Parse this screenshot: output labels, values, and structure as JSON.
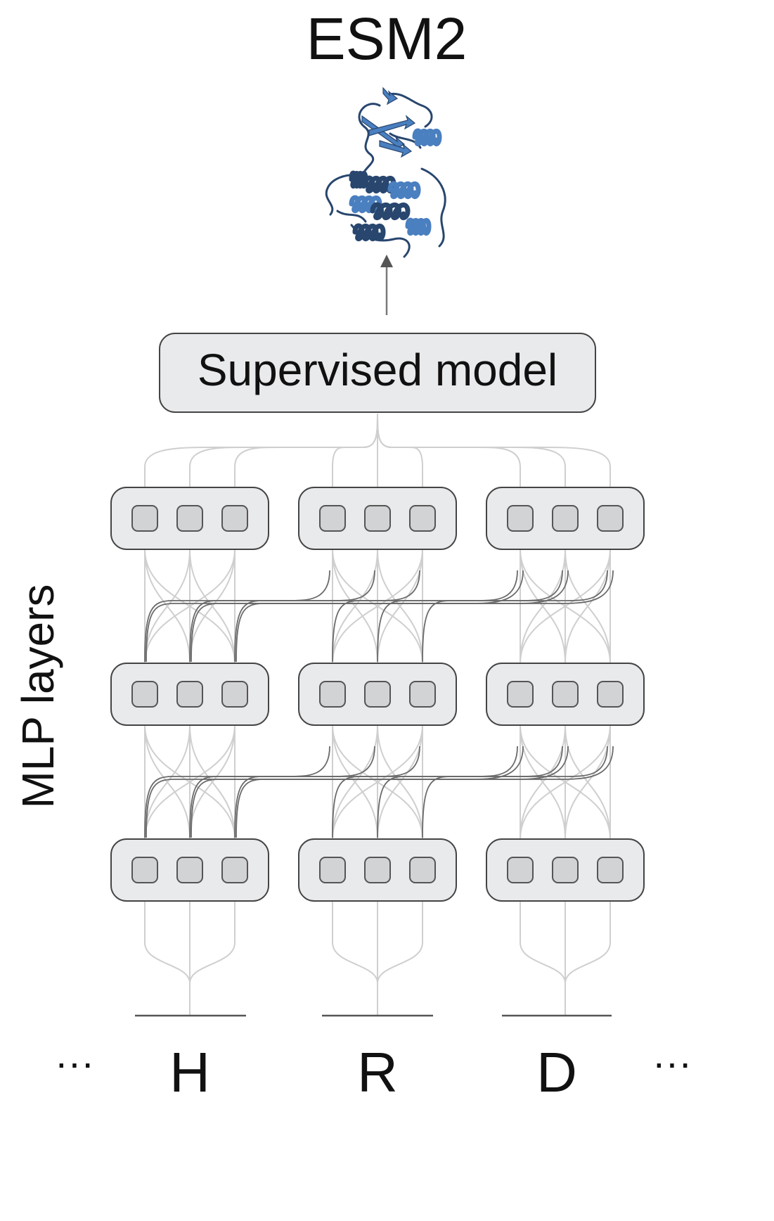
{
  "title": "ESM2",
  "supervised_label": "Supervised model",
  "side_label": "MLP layers",
  "tokens": [
    "H",
    "R",
    "D"
  ],
  "ellipsis_left": "···",
  "ellipsis_right": "···",
  "num_layers": 3,
  "units_per_block": 3,
  "icons": {
    "protein": "protein-structure-icon",
    "arrow": "arrow-up-icon"
  },
  "colors": {
    "block_fill": "#e9eaec",
    "block_stroke": "#444444",
    "unit_fill": "#d2d3d5",
    "unit_stroke": "#555555",
    "light_line": "#cfcfcf",
    "dark_line": "#6a6a6a",
    "protein_blue": "#4a7fc0",
    "protein_dark": "#28466e"
  }
}
